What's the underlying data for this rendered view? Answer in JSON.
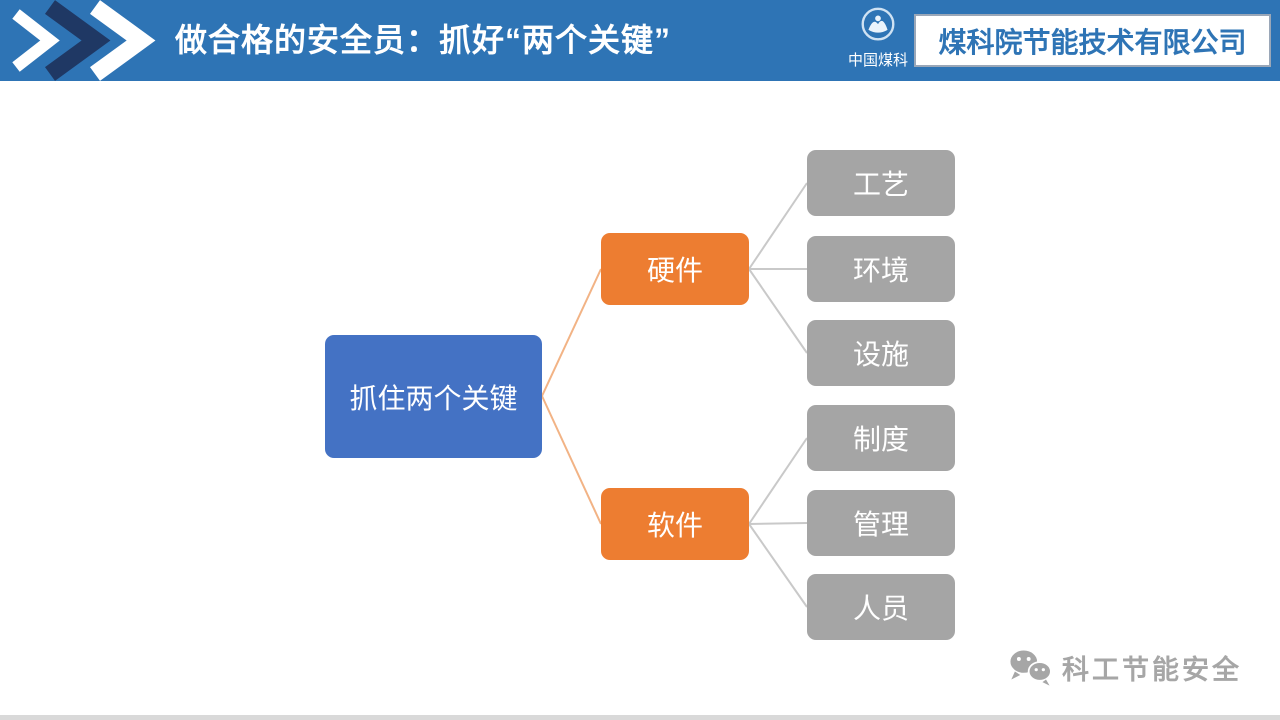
{
  "slide": {
    "title": "做合格的安全员：抓好“两个关键”"
  },
  "header": {
    "logo_label": "中国煤科",
    "company_name": "煤科院节能技术有限公司",
    "colors": {
      "bar": "#2E74B5",
      "chevron_dark": "#1F3864",
      "chevron_light": "#FFFFFF",
      "company_text": "#2E74B5"
    }
  },
  "diagram": {
    "root": {
      "label": "抓住两个关键",
      "color": "#4472C4"
    },
    "branches": [
      {
        "label": "硬件",
        "color": "#ED7D31",
        "children": [
          "工艺",
          "环境",
          "设施"
        ]
      },
      {
        "label": "软件",
        "color": "#ED7D31",
        "children": [
          "制度",
          "管理",
          "人员"
        ]
      }
    ],
    "leaf_color": "#A5A5A5",
    "connector_colors": {
      "root_to_branch": "#F2B385",
      "branch_to_leaf": "#C9C9C9"
    }
  },
  "watermark": {
    "text": "科工节能安全",
    "color": "#A6A6A6"
  }
}
